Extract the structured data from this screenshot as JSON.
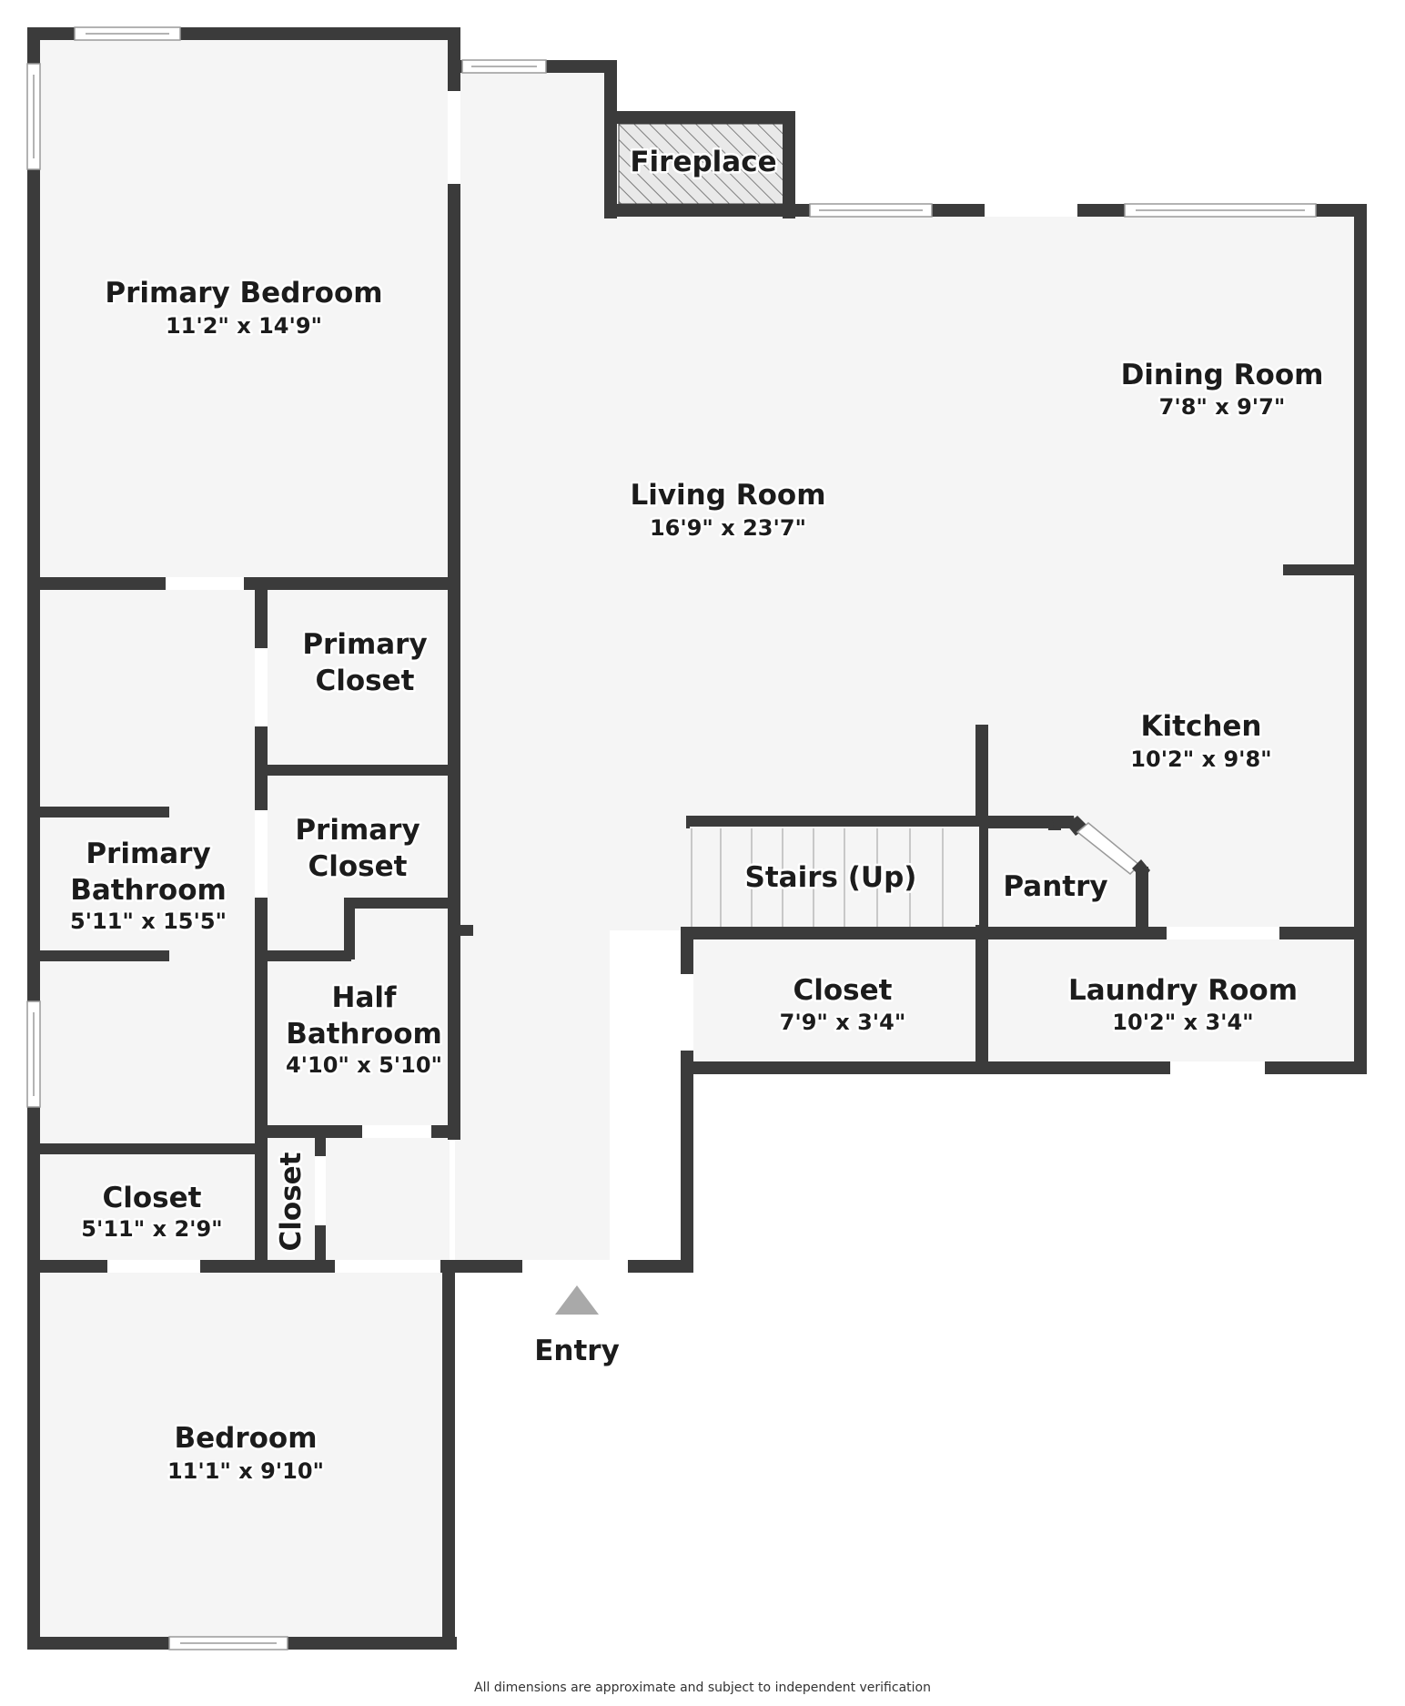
{
  "rooms": {
    "primary_bedroom": {
      "name": "Primary Bedroom",
      "dim": "11'2\" x 14'9\""
    },
    "living_room": {
      "name": "Living Room",
      "dim": "16'9\" x 23'7\""
    },
    "dining_room": {
      "name": "Dining Room",
      "dim": "7'8\" x 9'7\""
    },
    "kitchen": {
      "name": "Kitchen",
      "dim": "10'2\" x 9'8\""
    },
    "fireplace": {
      "name": "Fireplace"
    },
    "primary_closet_upper": {
      "name_line1": "Primary",
      "name_line2": "Closet"
    },
    "primary_closet_lower": {
      "name_line1": "Primary",
      "name_line2": "Closet"
    },
    "primary_bathroom": {
      "name_line1": "Primary",
      "name_line2": "Bathroom",
      "dim": "5'11\" x 15'5\""
    },
    "half_bathroom": {
      "name_line1": "Half",
      "name_line2": "Bathroom",
      "dim": "4'10\" x 5'10\""
    },
    "stairs": {
      "name": "Stairs (Up)"
    },
    "pantry": {
      "name": "Pantry"
    },
    "closet_center": {
      "name": "Closet",
      "dim": "7'9\" x 3'4\""
    },
    "laundry_room": {
      "name": "Laundry Room",
      "dim": "10'2\" x 3'4\""
    },
    "closet_left": {
      "name": "Closet",
      "dim": "5'11\" x 2'9\""
    },
    "closet_vertical": {
      "name": "Closet"
    },
    "bedroom": {
      "name": "Bedroom",
      "dim": "11'1\" x 9'10\""
    }
  },
  "entry": {
    "label": "Entry"
  },
  "disclaimer": "All dimensions are approximate and subject to independent verification",
  "colors": {
    "wall": "#3b3b3b",
    "floor": "#f5f5f5",
    "entry_arrow": "#a9a9a9"
  }
}
